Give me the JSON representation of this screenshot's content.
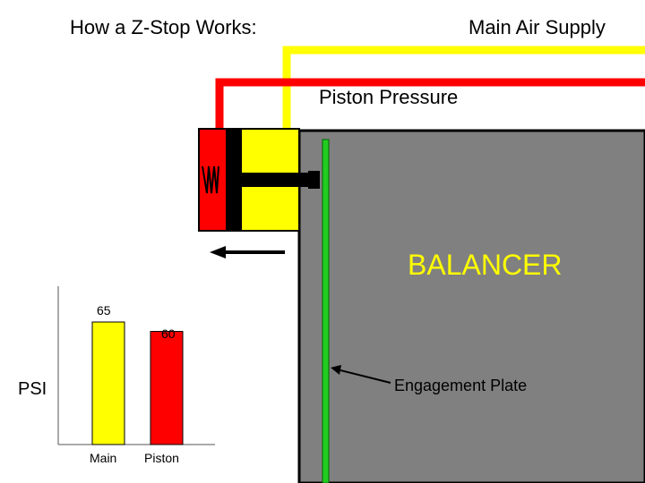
{
  "diagram": {
    "title": "How a Z-Stop Works:",
    "main_air_supply_label": "Main Air Supply",
    "piston_pressure_label": "Piston Pressure",
    "balancer_label": "BALANCER",
    "engagement_plate_label": "Engagement Plate"
  },
  "colors": {
    "main_air": "#ffff00",
    "piston": "#ff0000",
    "balancer_body": "#808080",
    "engagement_plate": "#22cc22",
    "balancer_text": "#ffff00"
  },
  "chart_data": {
    "type": "bar",
    "categories": [
      "Main",
      "Piston"
    ],
    "values": [
      65,
      60
    ],
    "value_labels": [
      "65",
      "60"
    ],
    "ylabel": "PSI",
    "colors": [
      "#ffff00",
      "#ff0000"
    ]
  }
}
